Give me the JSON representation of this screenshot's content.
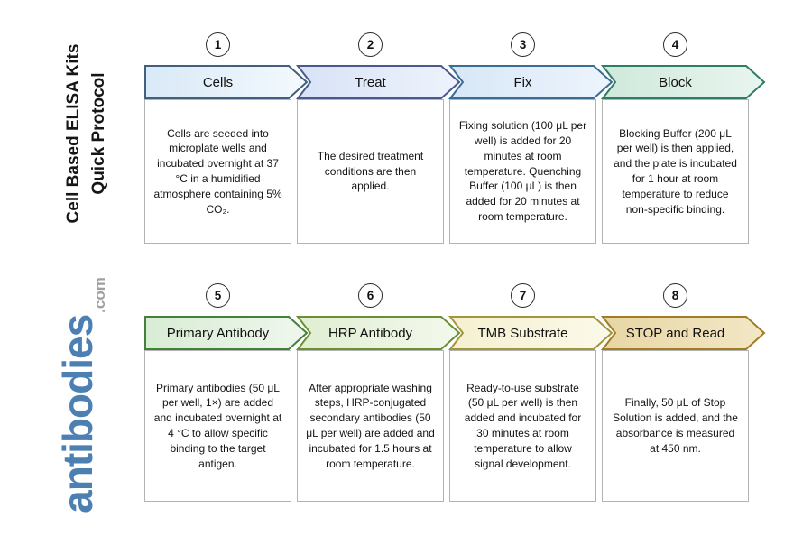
{
  "branding": {
    "title_line1": "Cell Based ELISA Kits",
    "title_line2": "Quick Protocol",
    "logo_main": "antibodies",
    "logo_suffix": ".com"
  },
  "colors": {
    "logo_blue": "#4d80b2",
    "logo_suffix_gray": "#a0a0a0",
    "title_black": "#161616",
    "description_border_gray": "#b3b3b3",
    "number_circle_border": "#2b2b2b"
  },
  "rows": [
    {
      "steps": [
        {
          "number": "1",
          "label": "Cells",
          "description": "Cells are seeded into microplate wells and incubated overnight at 37 °C in a humidified atmosphere containing 5% CO₂.",
          "fill_start": "#d9e9f7",
          "fill_end": "#f4f9fd",
          "stroke": "#41607e"
        },
        {
          "number": "2",
          "label": "Treat",
          "description": "The desired treatment conditions are then applied.",
          "fill_start": "#d8e2f7",
          "fill_end": "#eef3fc",
          "stroke": "#48598f"
        },
        {
          "number": "3",
          "label": "Fix",
          "description": "Fixing solution (100 μL per well) is added for 20 minutes at room temperature. Quenching Buffer (100 μL) is then added for 20 minutes at room temperature.",
          "fill_start": "#d7e7f7",
          "fill_end": "#edf4fc",
          "stroke": "#3b6d94"
        },
        {
          "number": "4",
          "label": "Block",
          "description": "Blocking Buffer (200 μL per well) is then applied, and the plate is incubated for 1 hour at room temperature to reduce non-specific binding.",
          "fill_start": "#cfe9db",
          "fill_end": "#e9f5ef",
          "stroke": "#2e7d64"
        }
      ]
    },
    {
      "steps": [
        {
          "number": "5",
          "label": "Primary Antibody",
          "description": "Primary antibodies (50 μL per well, 1×) are added and incubated overnight at 4 °C to allow specific binding to the target antigen.",
          "fill_start": "#d8ecd4",
          "fill_end": "#eff7ed",
          "stroke": "#44803c"
        },
        {
          "number": "6",
          "label": "HRP Antibody",
          "description": "After appropriate washing steps, HRP-conjugated secondary antibodies (50 μL per well) are added and incubated for 1.5 hours at room temperature.",
          "fill_start": "#e0eed2",
          "fill_end": "#f3f8ec",
          "stroke": "#6b8f33"
        },
        {
          "number": "7",
          "label": "TMB Substrate",
          "description": "Ready-to-use substrate (50 μL per well) is then added and incubated for 30 minutes at room temperature to allow signal development.",
          "fill_start": "#f5f0cf",
          "fill_end": "#fbf9ea",
          "stroke": "#a3953c"
        },
        {
          "number": "8",
          "label": "STOP and Read",
          "description": "Finally, 50 μL of Stop Solution is added, and the absorbance is measured at 450 nm.",
          "fill_start": "#e8d6a4",
          "fill_end": "#f2e7c6",
          "stroke": "#a07d24"
        }
      ]
    }
  ]
}
